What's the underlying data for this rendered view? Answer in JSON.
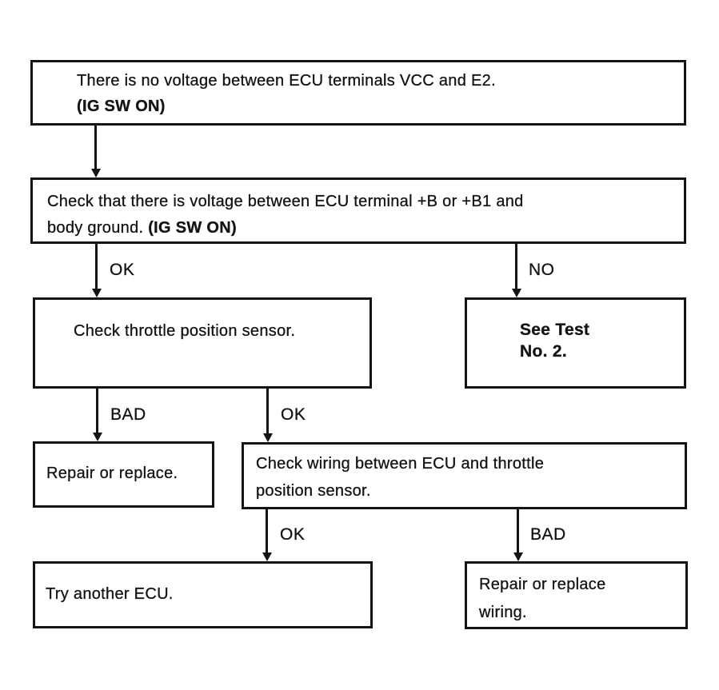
{
  "colors": {
    "ink": "#141414",
    "paper": "#ffffff"
  },
  "flowchart": {
    "box_problem": {
      "line1": "There is no voltage between ECU terminals VCC and E2.",
      "line2": "(IG SW ON)"
    },
    "box_check_voltage": {
      "line1": "Check that there is voltage between ECU terminal +B or +B1 and",
      "line2_prefix": "body ground. ",
      "line2_bold": "(IG SW ON)"
    },
    "box_check_tps": {
      "line1": "Check throttle position sensor."
    },
    "box_see_test": {
      "line1": "See Test",
      "line2": "No. 2."
    },
    "box_repair_replace": {
      "line1": "Repair or replace."
    },
    "box_check_wiring": {
      "line1": "Check wiring between ECU and throttle",
      "line2": "position sensor."
    },
    "box_try_ecu": {
      "line1": "Try another ECU."
    },
    "box_repair_wiring": {
      "line1": "Repair or replace",
      "line2": "wiring."
    },
    "labels": {
      "voltage_ok": "OK",
      "voltage_no": "NO",
      "tps_bad": "BAD",
      "tps_ok": "OK",
      "wiring_ok": "OK",
      "wiring_bad": "BAD"
    }
  }
}
